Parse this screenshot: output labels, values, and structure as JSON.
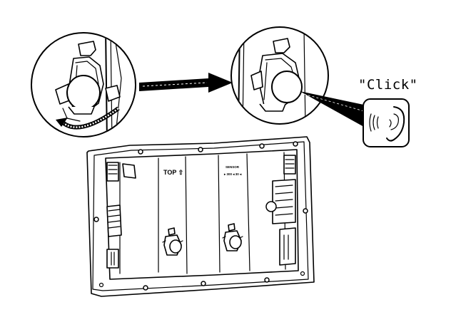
{
  "diagram": {
    "sound_label": "\"Click\"",
    "frame_label_top": "TOP ⇧",
    "frame_label_small_1": "SENSOR",
    "frame_label_small_2": "▸ 300 ◂ 30 ◂"
  }
}
